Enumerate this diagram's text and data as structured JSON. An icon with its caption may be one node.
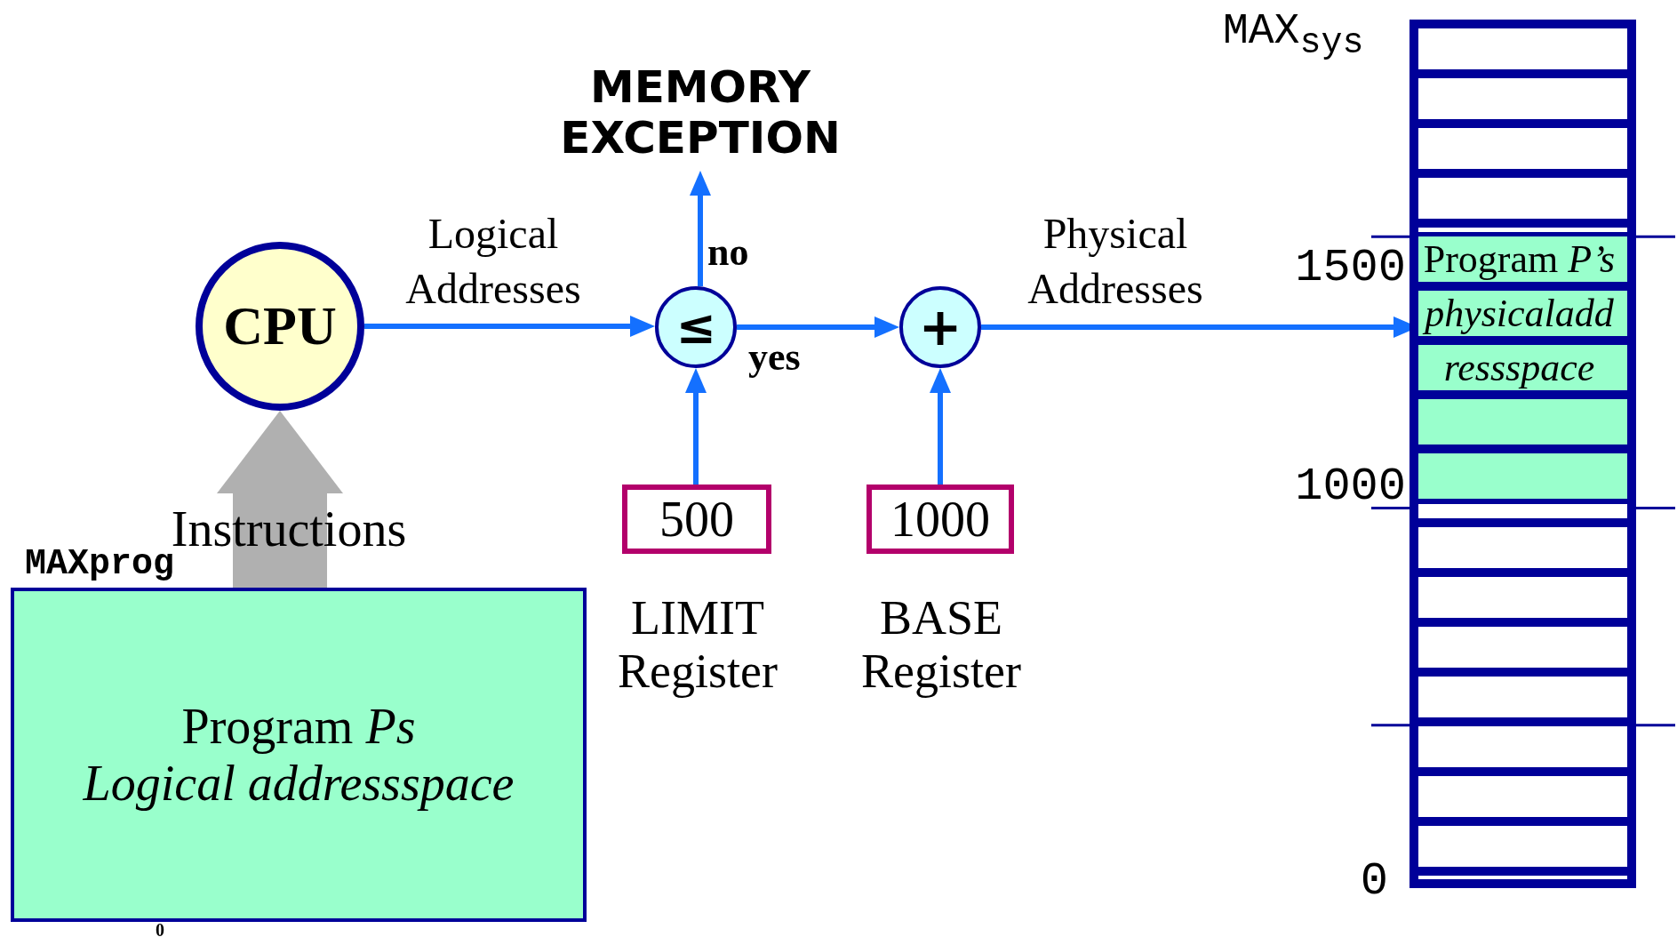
{
  "diagram": {
    "nodes": [
      {
        "text": [
          "CPU"
        ]
      },
      {
        "text": [
          "Program *Ps*",
          "Logical addressspace"
        ],
        "beside": [
          "MAXprog",
          "0"
        ]
      },
      {
        "text": [
          "≤"
        ]
      },
      {
        "text": [
          "+"
        ]
      },
      {
        "text": [
          "MEMORY EXCEPTION"
        ]
      },
      {
        "text": [
          "500"
        ],
        "beside": [
          "LIMIT Register"
        ]
      },
      {
        "text": [
          "1000"
        ],
        "beside": [
          "BASE Register"
        ]
      },
      {
        "text": [],
        "shape": "bar"
      },
      {
        "text": [
          "Program *P’s* *physicaladd ressspace*"
        ],
        "in": 7
      }
    ],
    "edges": [
      {
        "from": 0,
        "to": 2,
        "arrow": "to",
        "label": "Logical Addresses"
      },
      {
        "from": 2,
        "to": 4,
        "arrow": "to",
        "label": "no"
      },
      {
        "from": 2,
        "to": 3,
        "arrow": "to",
        "label": "yes"
      },
      {
        "from": 3,
        "to": 8,
        "arrow": "to",
        "label": "Physical Addresses"
      },
      {
        "from": 5,
        "to": 2,
        "arrow": "to"
      },
      {
        "from": 6,
        "to": 3,
        "arrow": "to"
      },
      {
        "from": 1,
        "to": 0,
        "arrow": "to",
        "label": "Instructions",
        "style": "thick",
        "color": "#b0b0b0"
      }
    ],
    "labels": [
      "MAX$_{sys}$",
      "1500",
      "1000",
      "0"
    ]
  }
}
